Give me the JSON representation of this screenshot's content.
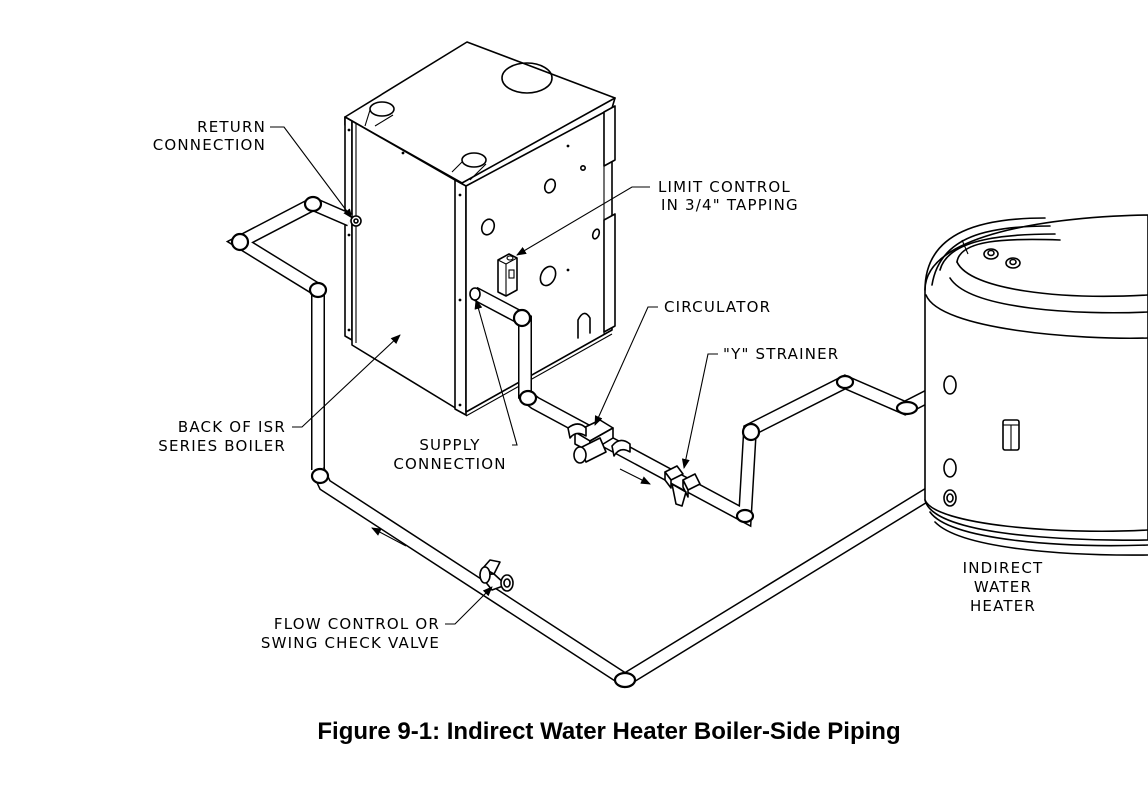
{
  "figure": {
    "caption": "Figure 9-1: Indirect Water Heater Boiler-Side Piping"
  },
  "labels": {
    "return_connection": [
      "RETURN",
      "CONNECTION"
    ],
    "limit_control": [
      "LIMIT CONTROL",
      "IN 3/4\" TAPPING"
    ],
    "circulator": "CIRCULATOR",
    "y_strainer": "\"Y\" STRAINER",
    "back_of_boiler": [
      "BACK OF ISR",
      "SERIES BOILER"
    ],
    "supply_connection": [
      "SUPPLY",
      "CONNECTION"
    ],
    "flow_control": [
      "FLOW CONTROL OR",
      "SWING CHECK VALVE"
    ],
    "indirect_water_heater": [
      "INDIRECT",
      "WATER",
      "HEATER"
    ]
  },
  "components": [
    {
      "id": "boiler",
      "name": "ISR Series Boiler (back view)"
    },
    {
      "id": "indirect-water-heater",
      "name": "Indirect Water Heater"
    },
    {
      "id": "circulator",
      "name": "Circulator"
    },
    {
      "id": "y-strainer",
      "name": "Y Strainer"
    },
    {
      "id": "flow-control-valve",
      "name": "Flow Control or Swing Check Valve"
    },
    {
      "id": "limit-control",
      "name": "Limit Control in 3/4\" Tapping"
    }
  ],
  "flow_arrows": [
    {
      "id": "supply-flow",
      "direction": "toward heater"
    },
    {
      "id": "return-flow",
      "direction": "toward boiler"
    }
  ]
}
